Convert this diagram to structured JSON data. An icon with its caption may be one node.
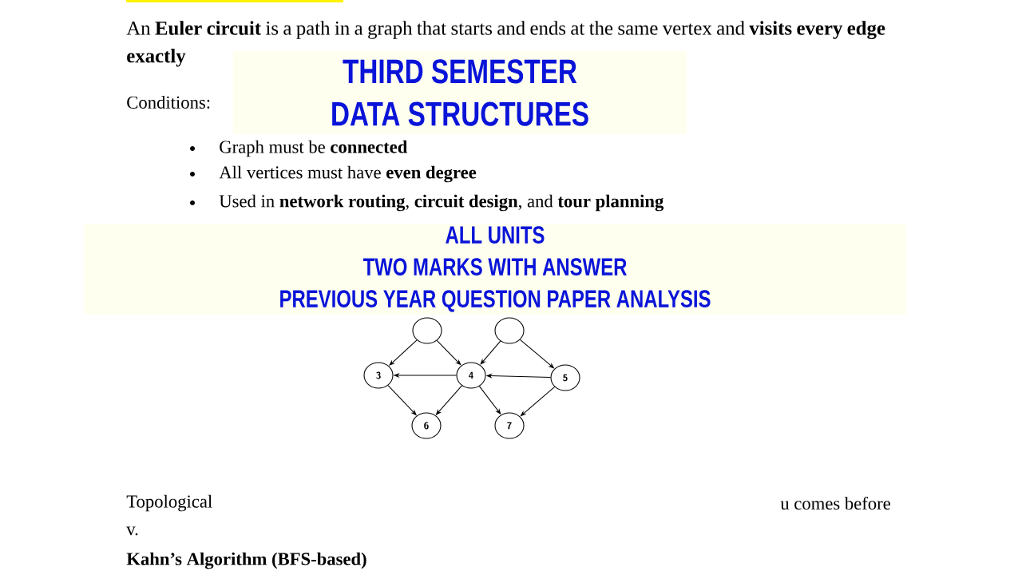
{
  "diagram": {
    "nodes": [
      {
        "text": [
          "THIRD SEMESTER DATA STRUCTURES"
        ]
      },
      {
        "text": [
          "ALL UNITS",
          "TWO MARKS WITH ANSWER",
          "PREVIOUS YEAR QUESTION PAPER ANALYSIS"
        ]
      },
      {
        "text": [],
        "shape": "circle"
      },
      {
        "text": [],
        "shape": "circle"
      },
      {
        "text": [
          "3"
        ]
      },
      {
        "text": [
          "4"
        ]
      },
      {
        "text": [
          "5"
        ]
      },
      {
        "text": [
          "6"
        ]
      },
      {
        "text": [
          "7"
        ]
      }
    ],
    "edges": [
      {
        "from": 2,
        "to": 4,
        "arrow": "to"
      },
      {
        "from": 2,
        "to": 5,
        "arrow": "to"
      },
      {
        "from": 3,
        "to": 5,
        "arrow": "to"
      },
      {
        "from": 3,
        "to": 6,
        "arrow": "to"
      },
      {
        "from": 5,
        "to": 4,
        "arrow": "to"
      },
      {
        "from": 6,
        "to": 5,
        "arrow": "to"
      },
      {
        "from": 4,
        "to": 7,
        "arrow": "to"
      },
      {
        "from": 5,
        "to": 7,
        "arrow": "to"
      },
      {
        "from": 5,
        "to": 8,
        "arrow": "to"
      },
      {
        "from": 6,
        "to": 8,
        "arrow": "to"
      }
    ],
    "labels": [
      "An **Euler circuit** is a path in a graph that starts and ends at the same vertex and **visits every edge exactly**",
      "Conditions:",
      "Graph must be **connected**",
      "All vertices must have **even degree**",
      "Used in **network routing**, **circuit design**, and **tour planning**",
      "Topological",
      "u comes before",
      "v.",
      "Kahn’s Algorithm (BFS-based)"
    ]
  }
}
